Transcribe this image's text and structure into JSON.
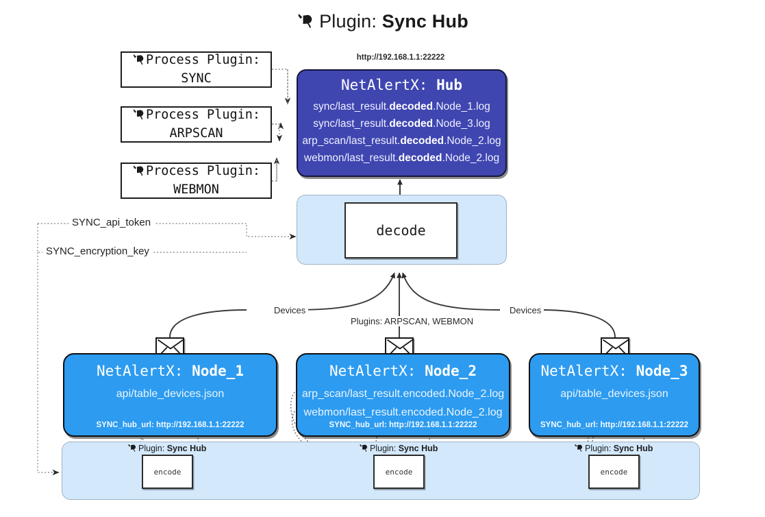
{
  "title": {
    "icon": "plug-icon",
    "prefix": "Plugin:",
    "name": "Sync Hub"
  },
  "process_plugins": [
    {
      "icon": "plug-icon",
      "line1": "Process Plugin:",
      "line2": "SYNC"
    },
    {
      "icon": "plug-icon",
      "line1": "Process Plugin:",
      "line2": "ARPSCAN"
    },
    {
      "icon": "plug-icon",
      "line1": "Process Plugin:",
      "line2": "WEBMON"
    }
  ],
  "hub": {
    "url_label": "http://192.168.1.1:22222",
    "title_prefix": "NetAlertX:",
    "title_name": "Hub",
    "lines": [
      {
        "pre": "sync/last_result.",
        "bold": "decoded",
        "post": ".Node_1.log"
      },
      {
        "pre": "sync/last_result.",
        "bold": "decoded",
        "post": ".Node_3.log"
      },
      {
        "pre": "arp_scan/last_result.",
        "bold": "decoded",
        "post": ".Node_2.log"
      },
      {
        "pre": "webmon/last_result.",
        "bold": "decoded",
        "post": ".Node_2.log"
      }
    ]
  },
  "decode": {
    "label": "decode"
  },
  "config_paths": [
    {
      "label": "SYNC_api_token"
    },
    {
      "label": "SYNC_encryption_key"
    }
  ],
  "edge_labels": {
    "left_devices": "Devices",
    "right_devices": "Devices",
    "center_plugins": "Plugins: ARPSCAN, WEBMON"
  },
  "nodes": [
    {
      "icon": "envelope-icon",
      "title_prefix": "NetAlertX:",
      "title_name": "Node_1",
      "lines": [
        "api/table_devices.json"
      ],
      "footer": "SYNC_hub_url: http://192.168.1.1:22222"
    },
    {
      "icon": "envelope-icon",
      "title_prefix": "NetAlertX:",
      "title_name": "Node_2",
      "lines": [
        "arp_scan/last_result.encoded.Node_2.log",
        "webmon/last_result.encoded.Node_2.log"
      ],
      "footer": "SYNC_hub_url: http://192.168.1.1:22222"
    },
    {
      "icon": "envelope-icon",
      "title_prefix": "NetAlertX:",
      "title_name": "Node_3",
      "lines": [
        "api/table_devices.json"
      ],
      "footer": "SYNC_hub_url: http://192.168.1.1:22222"
    }
  ],
  "encoders": [
    {
      "icon": "plug-icon",
      "plugin_prefix": "Plugin:",
      "plugin_name": "Sync Hub",
      "label": "encode"
    },
    {
      "icon": "plug-icon",
      "plugin_prefix": "Plugin:",
      "plugin_name": "Sync Hub",
      "label": "encode"
    },
    {
      "icon": "plug-icon",
      "plugin_prefix": "Plugin:",
      "plugin_name": "Sync Hub",
      "label": "encode"
    }
  ],
  "colors": {
    "hub_fill": "#3f46b0",
    "node_fill": "#2c9bf0",
    "panel_fill": "#d3e8fb",
    "stroke": "#1d1d1d",
    "dotted": "#6d7b88"
  }
}
